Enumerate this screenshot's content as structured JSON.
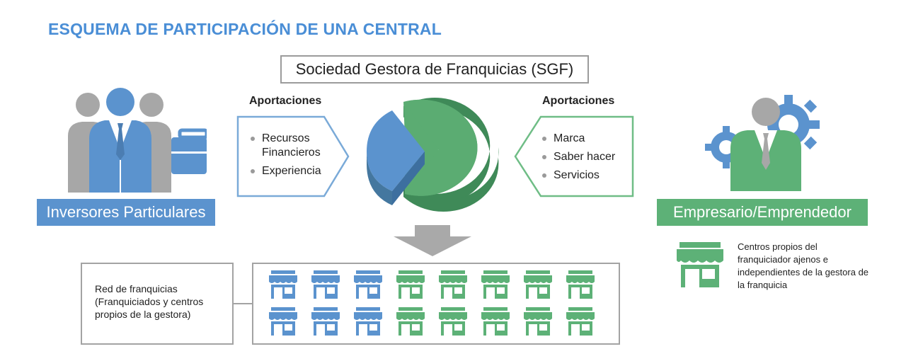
{
  "title": "ESQUEMA DE PARTICIPACIÓN DE UNA CENTRAL",
  "sgf": "Sociedad Gestora de Franquicias (SGF)",
  "left_contrib": {
    "heading": "Aportaciones",
    "items": [
      "Recursos Financieros",
      "Experiencia"
    ]
  },
  "right_contrib": {
    "heading": "Aportaciones",
    "items": [
      "Marca",
      "Saber hacer",
      "Servicios"
    ]
  },
  "investors_label": "Inversores Particulares",
  "entrepreneur_label": "Empresario/Emprendedor",
  "network_text": "Red de franquicias (Franquiciados y centros propios de la gestora)",
  "own_centers_text": "Centros propios del franquiciador ajenos e independientes de la gestora de la franquicia",
  "colors": {
    "blue": "#5b93ce",
    "green": "#5db177",
    "grey": "#9a9a9a",
    "title_blue": "#4a8ed6"
  },
  "icons": {
    "investors": "business-people-briefcase-icon",
    "entrepreneur": "businessman-gears-icon",
    "pie": "pie-chart-icon",
    "arrow": "down-arrow-icon",
    "store": "storefront-icon"
  },
  "store_grid": {
    "row_colors": [
      "blue",
      "blue",
      "blue",
      "green",
      "green",
      "green",
      "green",
      "green"
    ],
    "rows": 2
  }
}
